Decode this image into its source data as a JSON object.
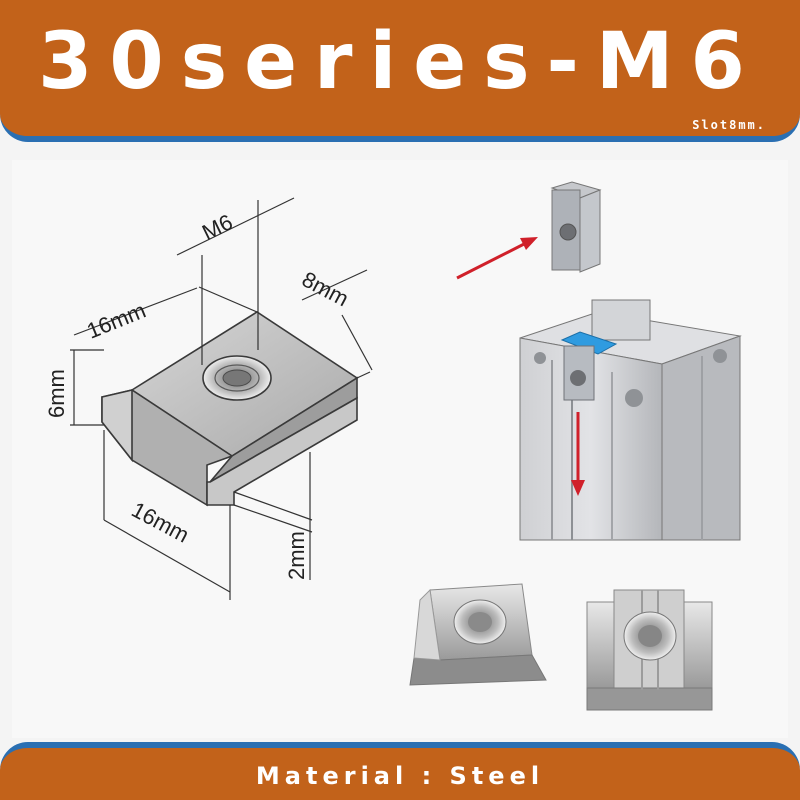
{
  "header": {
    "title": "30series-M6",
    "subtitle": "Slot8mm."
  },
  "diagram": {
    "dims": {
      "thread": "M6",
      "top_length": "16mm",
      "width": "8mm",
      "height": "6mm",
      "bottom_length": "16mm",
      "step": "2mm"
    }
  },
  "footer": {
    "material": "Material : Steel"
  },
  "colors": {
    "brand": "#c2621a",
    "accent": "#2a6fb2",
    "arrow": "#d0202a",
    "highlight": "#2f9be0"
  }
}
